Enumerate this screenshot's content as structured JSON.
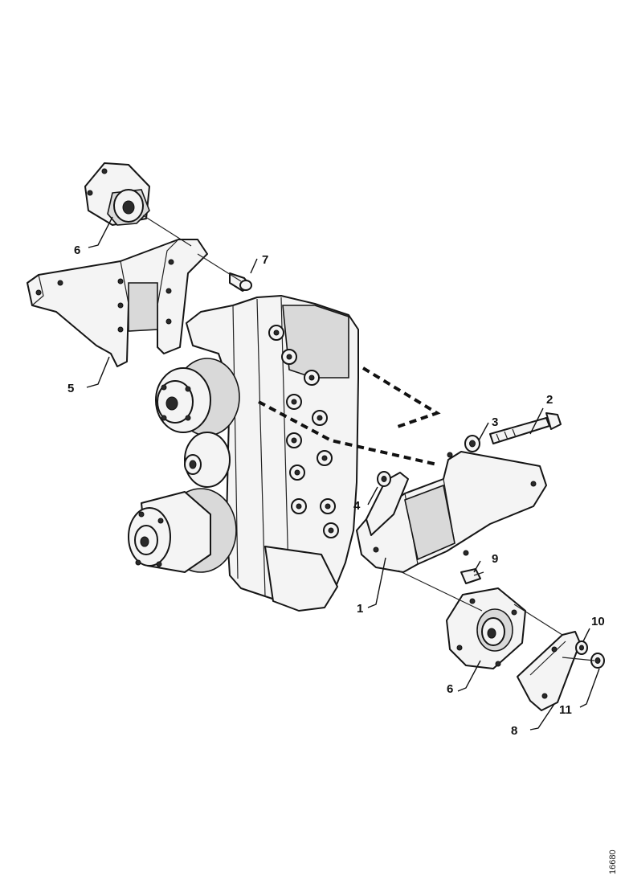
{
  "callouts": {
    "c1": "1",
    "c2": "2",
    "c3": "3",
    "c4": "4",
    "c5": "5",
    "c6_top": "6",
    "c6_bottom": "6",
    "c7": "7",
    "c8": "8",
    "c9": "9",
    "c10": "10",
    "c11": "11"
  },
  "reference_number": "16680"
}
